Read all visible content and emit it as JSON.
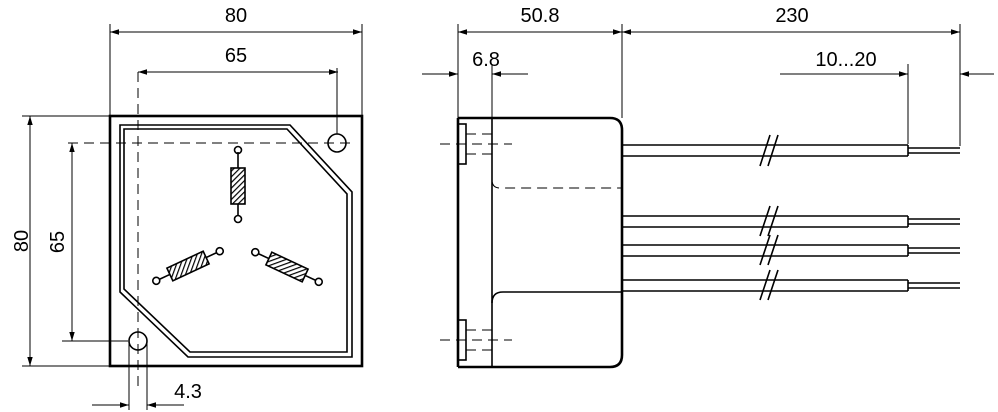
{
  "dimensions": {
    "front_width_outer": "80",
    "front_width_holes": "65",
    "front_height_outer": "80",
    "front_height_holes": "65",
    "hole_offset": "4.3",
    "side_depth": "50.8",
    "side_flange": "6.8",
    "lead_length": "230",
    "lead_strip": "10...20"
  }
}
